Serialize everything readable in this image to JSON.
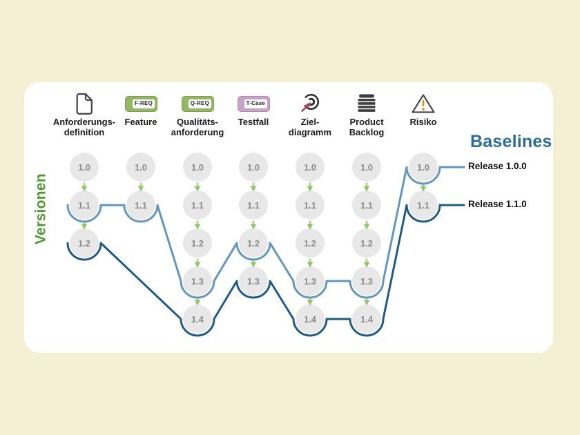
{
  "page": {
    "background": "#f5f0d4",
    "card_background": "#ffffff"
  },
  "versions_axis_label": "Versionen",
  "baselines": {
    "title": "Baselines",
    "items": [
      {
        "name": "Release 1.0.0",
        "color": "#6097c0",
        "stops": [
          [
            0,
            1
          ],
          [
            1,
            1
          ],
          [
            2,
            3
          ],
          [
            3,
            2
          ],
          [
            4,
            3
          ],
          [
            5,
            3
          ],
          [
            6,
            0
          ]
        ]
      },
      {
        "name": "Release 1.1.0",
        "color": "#1d5b87",
        "stops": [
          [
            0,
            2
          ],
          [
            2,
            4
          ],
          [
            3,
            3
          ],
          [
            4,
            4
          ],
          [
            5,
            4
          ],
          [
            6,
            1
          ]
        ]
      }
    ]
  },
  "columns": [
    {
      "icon": "document-icon",
      "label_lines": [
        "Anforderungs-",
        "definition"
      ],
      "versions": [
        "1.0",
        "1.1",
        "1.2"
      ]
    },
    {
      "icon": "f-req-badge",
      "badge": "F-REQ",
      "label_lines": [
        "Feature"
      ],
      "versions": [
        "1.0",
        "1.1"
      ]
    },
    {
      "icon": "q-req-badge",
      "badge": "Q-REQ",
      "label_lines": [
        "Qualitäts-",
        "anforderung"
      ],
      "versions": [
        "1.0",
        "1.1",
        "1.2",
        "1.3",
        "1.4"
      ]
    },
    {
      "icon": "t-case-badge",
      "badge": "T-Case",
      "label_lines": [
        "Testfall"
      ],
      "versions": [
        "1.0",
        "1.1",
        "1.2",
        "1.3"
      ]
    },
    {
      "icon": "goal-diagram-icon",
      "label_lines": [
        "Ziel-",
        "diagramm"
      ],
      "versions": [
        "1.0",
        "1.1",
        "1.2",
        "1.3",
        "1.4"
      ]
    },
    {
      "icon": "backlog-icon",
      "label_lines": [
        "Product",
        "Backlog"
      ],
      "versions": [
        "1.0",
        "1.1",
        "1.2",
        "1.3",
        "1.4"
      ]
    },
    {
      "icon": "risk-icon",
      "label_lines": [
        "Risiko"
      ],
      "versions": [
        "1.0",
        "1.1"
      ]
    }
  ],
  "colors": {
    "versions_label": "#4f9b2f",
    "baselines_title": "#2b6d9c",
    "release_label": "#111111",
    "column_label": "#1b1b1b",
    "circle_fill": "#e8e8e8",
    "circle_text": "#8c8c8c",
    "arrow_shaft": "#a9d884",
    "arrow_head": "#8cc863",
    "badge_green": "#94b761",
    "badge_green_border": "#7d9e4d",
    "badge_pink": "#c9a3c7",
    "badge_pink_border": "#b08cae",
    "icon_gray": "#4a4a4a",
    "goal_arrow_red": "#b23a52",
    "risk_exclamation": "#e79110"
  }
}
